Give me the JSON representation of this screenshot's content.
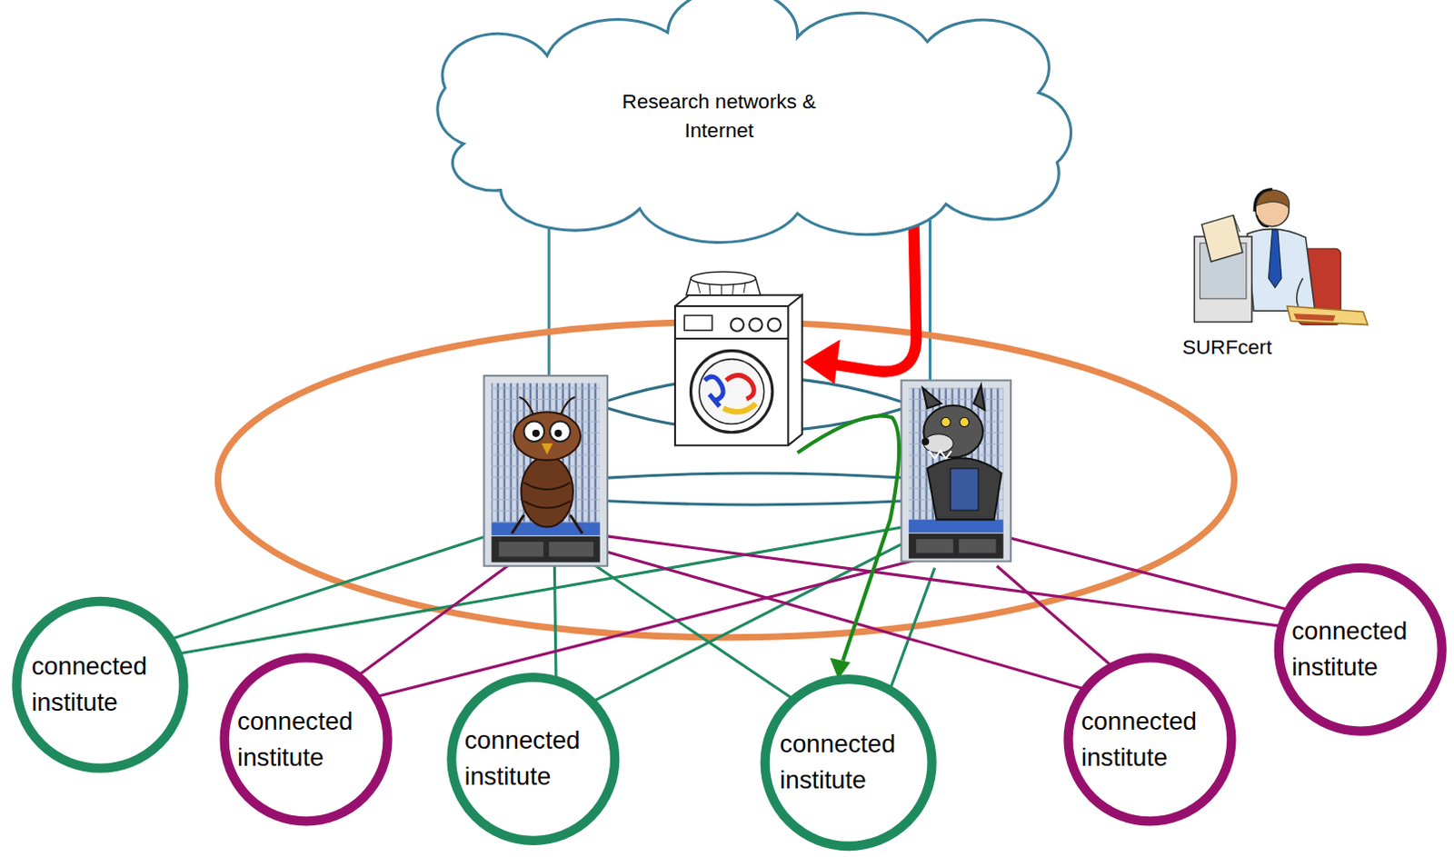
{
  "diagram": {
    "nodes": [
      {
        "text": [
          "Research networks & Internet"
        ]
      },
      {
        "text": [
          "connected institute"
        ]
      },
      {
        "text": [
          "connected institute"
        ]
      },
      {
        "text": [
          "connected institute"
        ]
      },
      {
        "text": [
          "connected institute"
        ]
      },
      {
        "text": [
          "connected institute"
        ]
      },
      {
        "text": [
          "connected institute"
        ]
      }
    ],
    "labels": [
      "SURFcert"
    ]
  }
}
